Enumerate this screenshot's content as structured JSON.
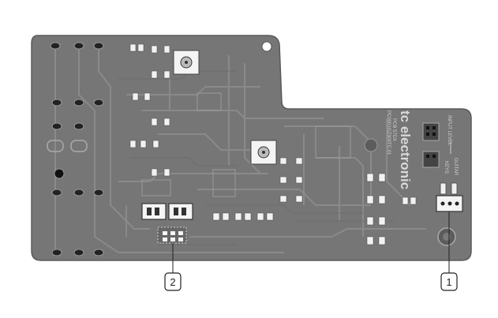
{
  "board": {
    "brand": "tc electronic",
    "model_lines": [
      "PCB 57DX",
      "PC0001GZ300TC.01"
    ],
    "input_level_label": "INPUT LEVEL",
    "guitar_label": "GUITAR",
    "keys_label": "KEYS",
    "colors": {
      "background": "#ffffff",
      "pcb": "#767676",
      "pcb_edge": "#5a5a5a",
      "trace": "#8c8c8c",
      "silkscreen": "#d4d4d4",
      "highlight": "#ffffff",
      "leader": "#222222"
    }
  },
  "callouts": [
    {
      "label": "1",
      "target": "input-level-switch"
    },
    {
      "label": "2",
      "target": "dip-switch-block"
    }
  ]
}
